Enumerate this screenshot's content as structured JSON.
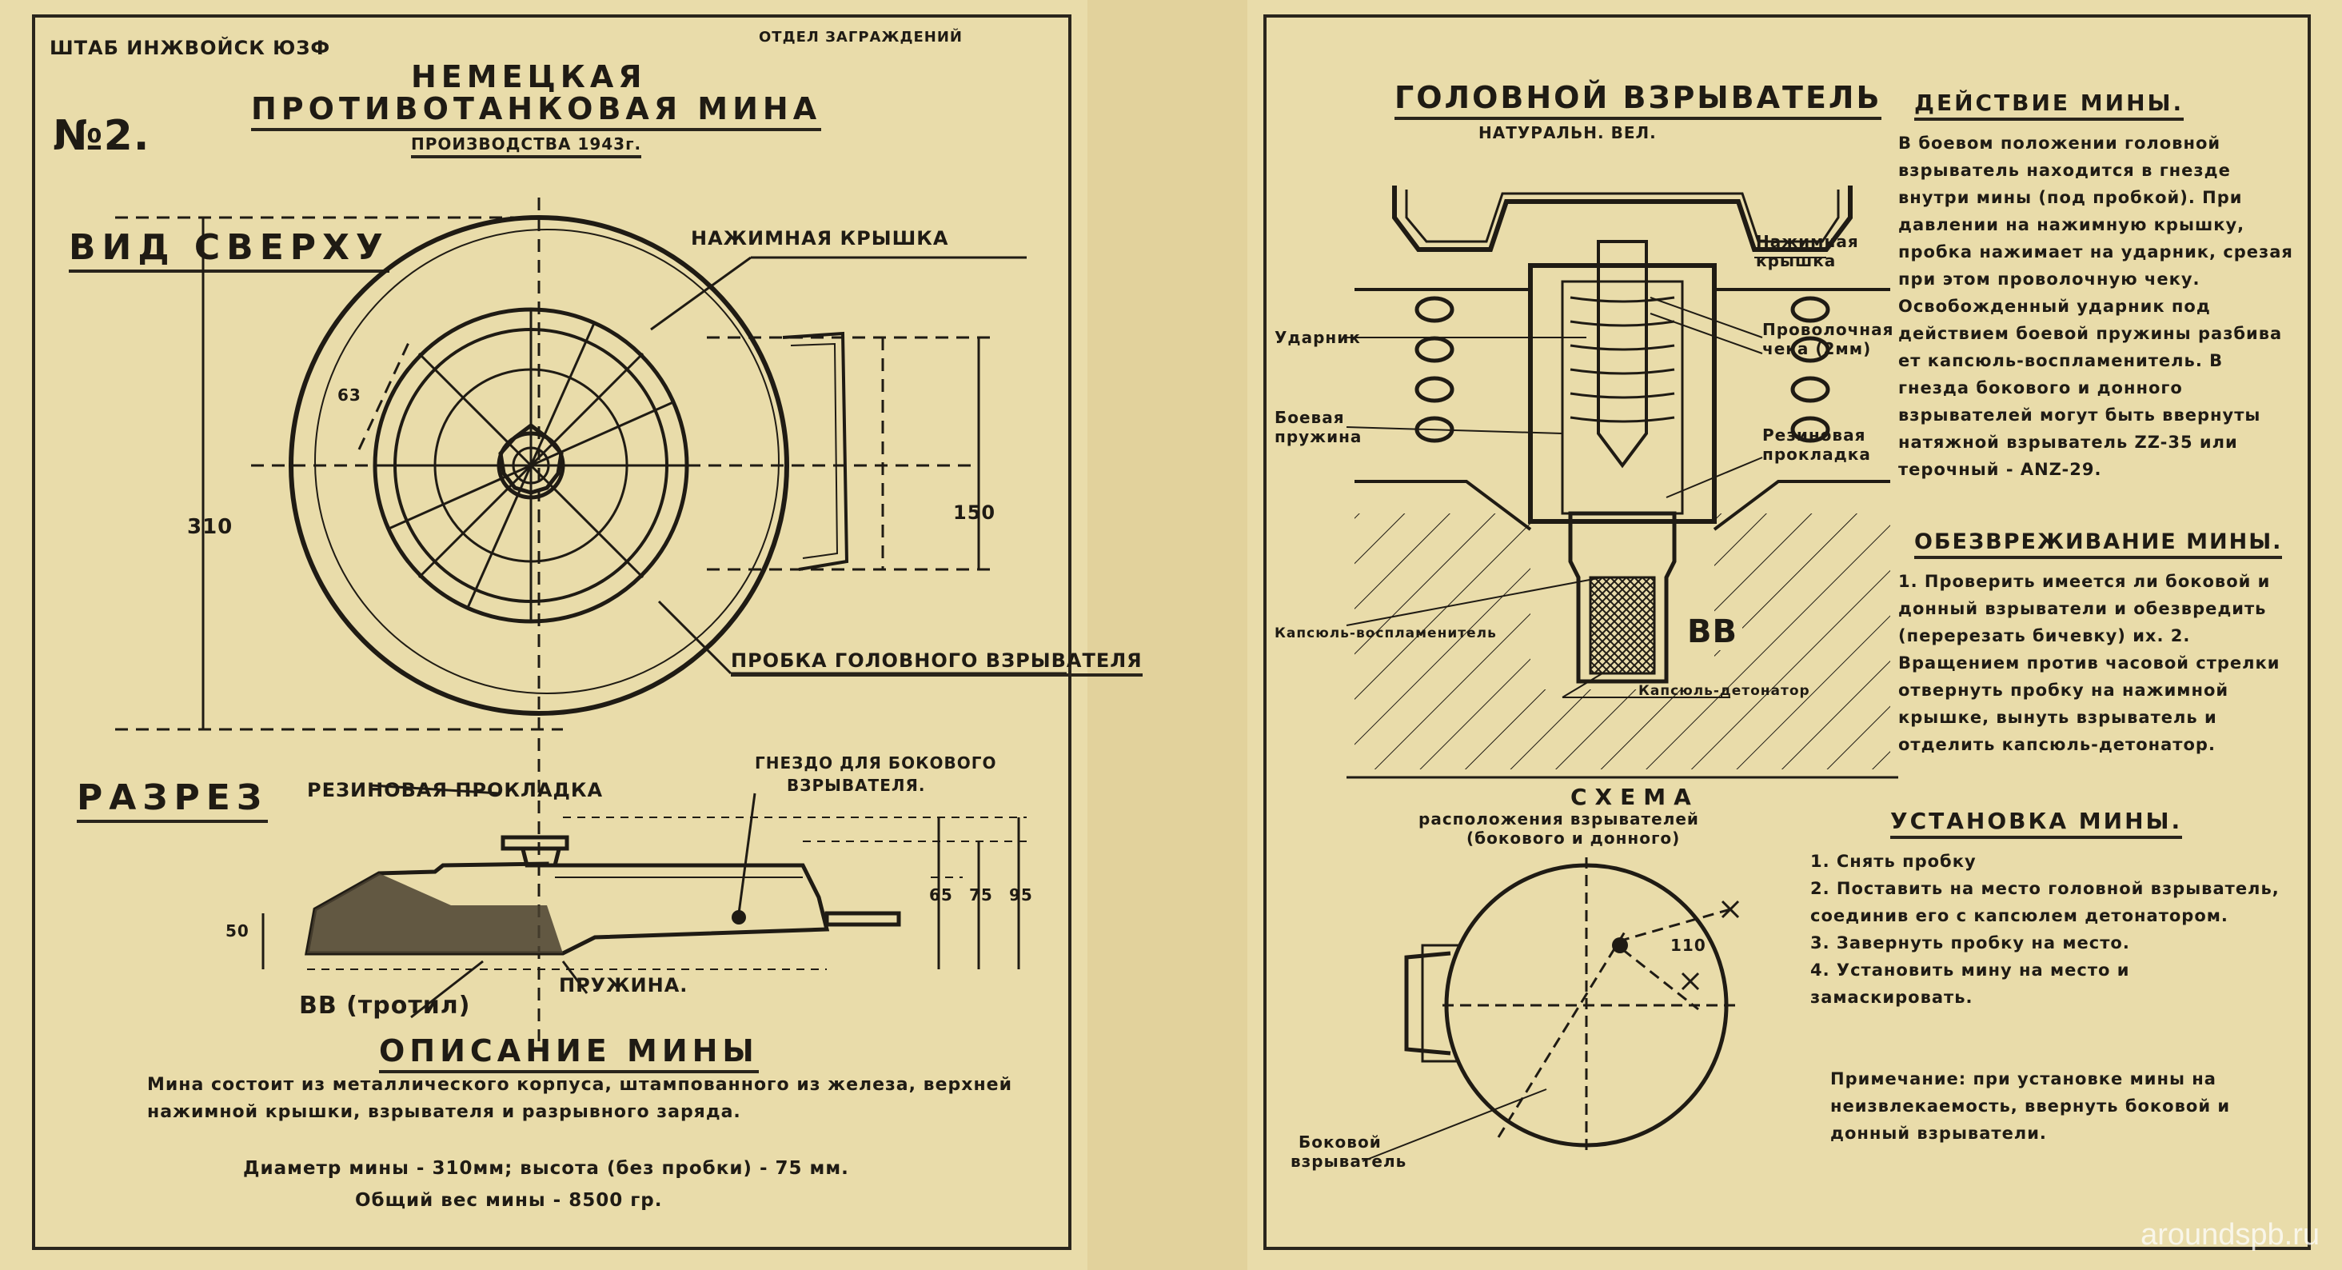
{
  "left": {
    "header_left": "ШТАБ ИНЖВОЙСК ЮЗФ",
    "header_right": "ОТДЕЛ ЗАГРАЖДЕНИЙ",
    "number": "№2.",
    "title_line1": "НЕМЕЦКАЯ",
    "title_line2": "ПРОТИВОТАНКОВАЯ МИНА",
    "title_line3": "ПРОИЗВОДСТВА 1943г.",
    "top_view_label": "ВИД СВЕРХУ",
    "callouts": {
      "pressure_cover": "НАЖИМНАЯ КРЫШКА",
      "fuze_plug": "ПРОБКА ГОЛОВНОГО ВЗРЫВАТЕЛЯ",
      "rubber_gasket": "РЕЗИНОВАЯ ПРОКЛАДКА",
      "side_fuze_socket_1": "ГНЕЗДО ДЛЯ БОКОВОГО",
      "side_fuze_socket_2": "ВЗРЫВАТЕЛЯ.",
      "spring": "ПРУЖИНА.",
      "explosive": "ВВ (тротил)"
    },
    "dimensions": {
      "d63": "63",
      "d310": "310",
      "d150": "150",
      "d65": "65",
      "d75": "75",
      "d95": "95",
      "d50": "50"
    },
    "section_label": "РАЗРЕЗ",
    "description_title": "ОПИСАНИЕ МИНЫ",
    "description_text": "Мина состоит из металлического корпуса, штампованного из железа, верхней нажимной крышки, взрывателя и разрывного заряда.",
    "specs_line1": "Диаметр мины - 310мм; высота (без пробки) - 75 мм.",
    "specs_line2": "Общий вес мины - 8500 гр."
  },
  "right": {
    "fuze_title": "ГОЛОВНОЙ ВЗРЫВАТЕЛЬ",
    "fuze_subtitle": "НАТУРАЛЬН. ВЕЛ.",
    "labels": {
      "striker": "Ударник",
      "main_spring_1": "Боевая",
      "main_spring_2": "пружина",
      "pressure_cover_1": "Нажимная",
      "pressure_cover_2": "крышка",
      "wire_pin_1": "Проволочная",
      "wire_pin_2": "чека (2мм)",
      "rubber_gasket_1": "Резиновая",
      "rubber_gasket_2": "прокладка",
      "igniter_cap": "Капсюль-воспламенитель",
      "detonator": "Капсюль-детонатор",
      "explosive": "ВВ",
      "side_fuze_1": "Боковой",
      "side_fuze_2": "взрыватель"
    },
    "scheme_title": "СХЕМА",
    "scheme_subtitle_1": "расположения взрывателей",
    "scheme_subtitle_2": "(бокового и донного)",
    "scheme_dim": "110",
    "action_title": "ДЕЙСТВИЕ МИНЫ.",
    "action_text": "В боевом положении головной взрыватель находится в гнезде внутри мины (под пробкой). При давлении на нажимную крышку, пробка нажимает на ударник, срезая при этом проволочную чеку. Освобожденный ударник под действием боевой пружины разбива ет капсюль-воспламенитель. В гнезда бокового и донного взрывателей могут быть ввернуты натяжной взрыватель ZZ-35 или терочный - ANZ-29.",
    "defuse_title": "ОБЕЗВРЕЖИВАНИЕ МИНЫ.",
    "defuse_text": "1. Проверить имеется ли боковой и донный взрыватели и обезвредить (перерезать бичевку) их. 2. Вращением против часовой стрелки отвернуть пробку на нажимной крышке, вынуть взрыватель и отделить капсюль-детонатор.",
    "install_title": "УСТАНОВКА МИНЫ.",
    "install_steps": [
      "1. Снять пробку",
      "2. Поставить на место головной взрыватель, соединив его с капсюлем детонатором.",
      "3. Завернуть пробку на место.",
      "4. Установить мину на место и замаскировать."
    ],
    "note": "Примечание: при установке мины на неизвлекаемость, ввернуть боковой и донный взрыватели."
  },
  "watermark": "aroundspb.ru"
}
